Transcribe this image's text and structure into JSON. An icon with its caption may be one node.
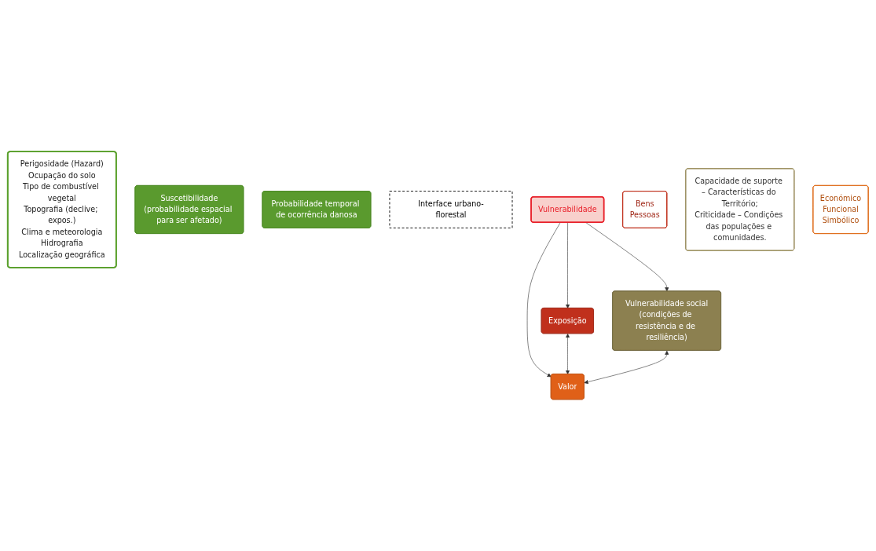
{
  "diagram": {
    "nodes": [
      {
        "text": [
          "Perigosidade (Hazard)",
          "Ocupação do solo",
          "Tipo de combustível vegetal",
          "Topografia (declive; expos.)",
          "Clima e meteorologia",
          "Hidrografia",
          "Localização geográfica"
        ]
      },
      {
        "text": [
          "Suscetibilidade",
          "(probabilidade espacial para ser afetado)"
        ]
      },
      {
        "text": [
          "Probabilidade temporal de ocorrência danosa"
        ]
      },
      {
        "text": [
          "Interface urbano-florestal"
        ]
      },
      {
        "text": [
          "Vulnerabilidade"
        ]
      },
      {
        "text": [
          "Exposição"
        ]
      },
      {
        "text": [
          "Vulnerabilidade social",
          "(condições de resistência e de resiliência)"
        ]
      },
      {
        "text": [
          "Bens",
          "Pessoas"
        ]
      },
      {
        "text": [
          "Valor"
        ]
      },
      {
        "text": [
          "Capacidade de suporte – Características do Território;",
          "Criticidade – Condições das populações e comunidades."
        ]
      },
      {
        "text": [
          "Económico",
          "Funcional",
          "Simbólico"
        ]
      }
    ],
    "edges": [
      {
        "from": 4,
        "to": 5,
        "arrow": "to"
      },
      {
        "from": 4,
        "to": 6,
        "arrow": "to"
      },
      {
        "from": 4,
        "to": 8,
        "arrow": "to"
      },
      {
        "from": 5,
        "to": 8,
        "arrow": "both"
      },
      {
        "from": 6,
        "to": 8,
        "arrow": "both"
      }
    ]
  }
}
